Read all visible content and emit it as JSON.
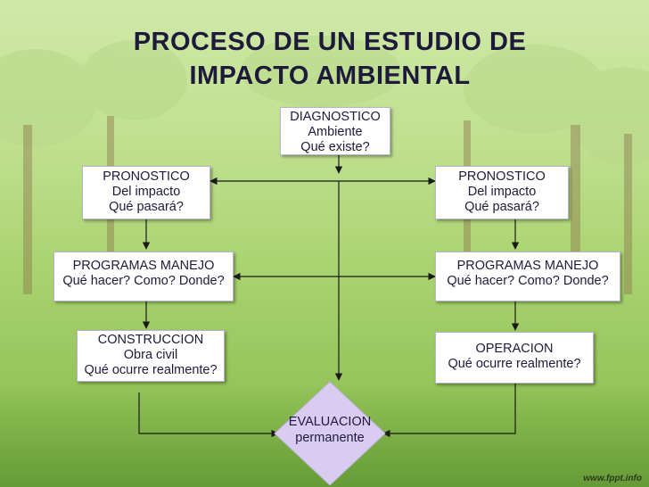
{
  "title": {
    "line1": "PROCESO DE UN ESTUDIO DE",
    "line2": "IMPACTO AMBIENTAL"
  },
  "diagnostico": {
    "heading": "DIAGNOSTICO",
    "line1": "Ambiente",
    "line2": "Qué existe?"
  },
  "pronostico_left": {
    "heading": "PRONOSTICO",
    "line1": "Del impacto",
    "line2": "Qué pasará?"
  },
  "pronostico_right": {
    "heading": "PRONOSTICO",
    "line1": "Del impacto",
    "line2": "Qué pasará?"
  },
  "programas_left": {
    "heading": "PROGRAMAS MANEJO",
    "line1": "Qué hacer? Como? Donde?"
  },
  "programas_right": {
    "heading": "PROGRAMAS MANEJO",
    "line1": "Qué hacer? Como? Donde?"
  },
  "construccion": {
    "heading": "CONSTRUCCION",
    "line1": "Obra civil",
    "line2": "Qué ocurre realmente?"
  },
  "operacion": {
    "heading": "OPERACION",
    "line1": "Qué ocurre realmente?"
  },
  "evaluacion": {
    "line1": "EVALUACION",
    "line2": "permanente"
  },
  "watermark": "www.fppt.info",
  "colors": {
    "box_border": "#b9b2d6",
    "diamond_fill": "#d9ccf0",
    "text": "#1f1a3c",
    "line": "#1a1a1a"
  }
}
